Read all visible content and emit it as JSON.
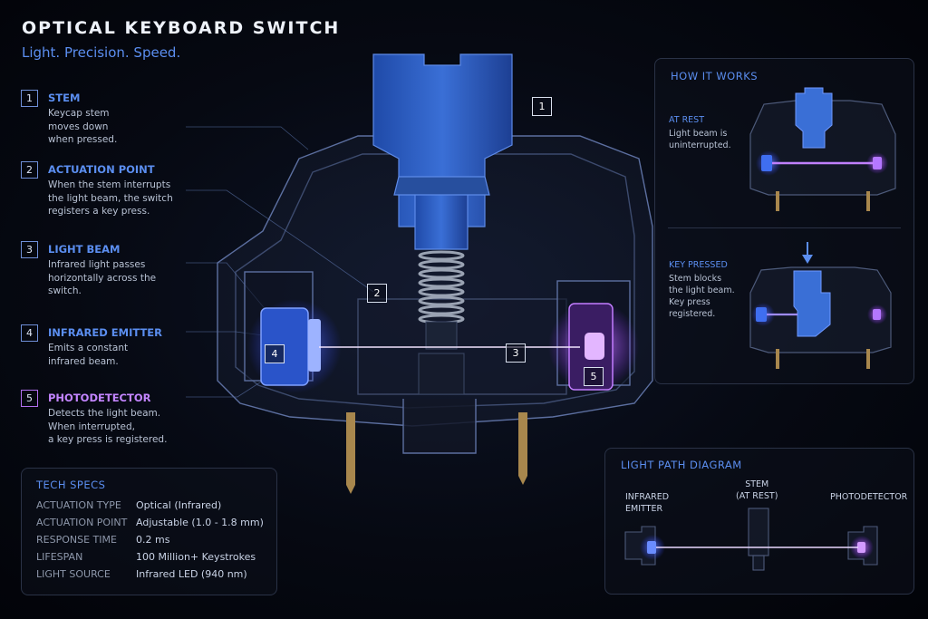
{
  "title": "OPTICAL KEYBOARD SWITCH",
  "subtitle": "Light. Precision. Speed.",
  "callouts": [
    {
      "num": "1",
      "title": "STEM",
      "desc": "Keycap stem\nmoves down\nwhen pressed."
    },
    {
      "num": "2",
      "title": "ACTUATION POINT",
      "desc": "When the stem interrupts\nthe light beam, the switch\nregisters a key press."
    },
    {
      "num": "3",
      "title": "LIGHT BEAM",
      "desc": "Infrared light passes\nhorizontally across the\nswitch."
    },
    {
      "num": "4",
      "title": "INFRARED EMITTER",
      "desc": "Emits a constant\ninfrared beam."
    },
    {
      "num": "5",
      "title": "PHOTODETECTOR",
      "desc": "Detects the light beam.\nWhen interrupted,\na key press is registered."
    }
  ],
  "markers": [
    "1",
    "2",
    "3",
    "4",
    "5"
  ],
  "how_it_works": {
    "title": "HOW IT WORKS",
    "at_rest": {
      "title": "AT REST",
      "desc": "Light beam is\nuninterrupted."
    },
    "key_pressed": {
      "title": "KEY PRESSED",
      "desc": "Stem blocks\nthe light beam.\nKey press\nregistered."
    }
  },
  "tech_specs": {
    "title": "TECH SPECS",
    "rows": [
      {
        "key": "ACTUATION TYPE",
        "value": "Optical (Infrared)"
      },
      {
        "key": "ACTUATION POINT",
        "value": "Adjustable (1.0 - 1.8 mm)"
      },
      {
        "key": "RESPONSE TIME",
        "value": "0.2 ms"
      },
      {
        "key": "LIFESPAN",
        "value": "100 Million+ Keystrokes"
      },
      {
        "key": "LIGHT SOURCE",
        "value": "Infrared LED (940 nm)"
      }
    ]
  },
  "light_path": {
    "title": "LIGHT PATH DIAGRAM",
    "emitter_label": "INFRARED\nEMITTER",
    "stem_label": "STEM\n(AT REST)",
    "detector_label": "PHOTODETECTOR"
  },
  "colors": {
    "accent_blue": "#5b8ef0",
    "stem_blue": "#2e5fc4",
    "beam_purple": "#b45cff",
    "emitter_blue": "#4f7cff"
  }
}
